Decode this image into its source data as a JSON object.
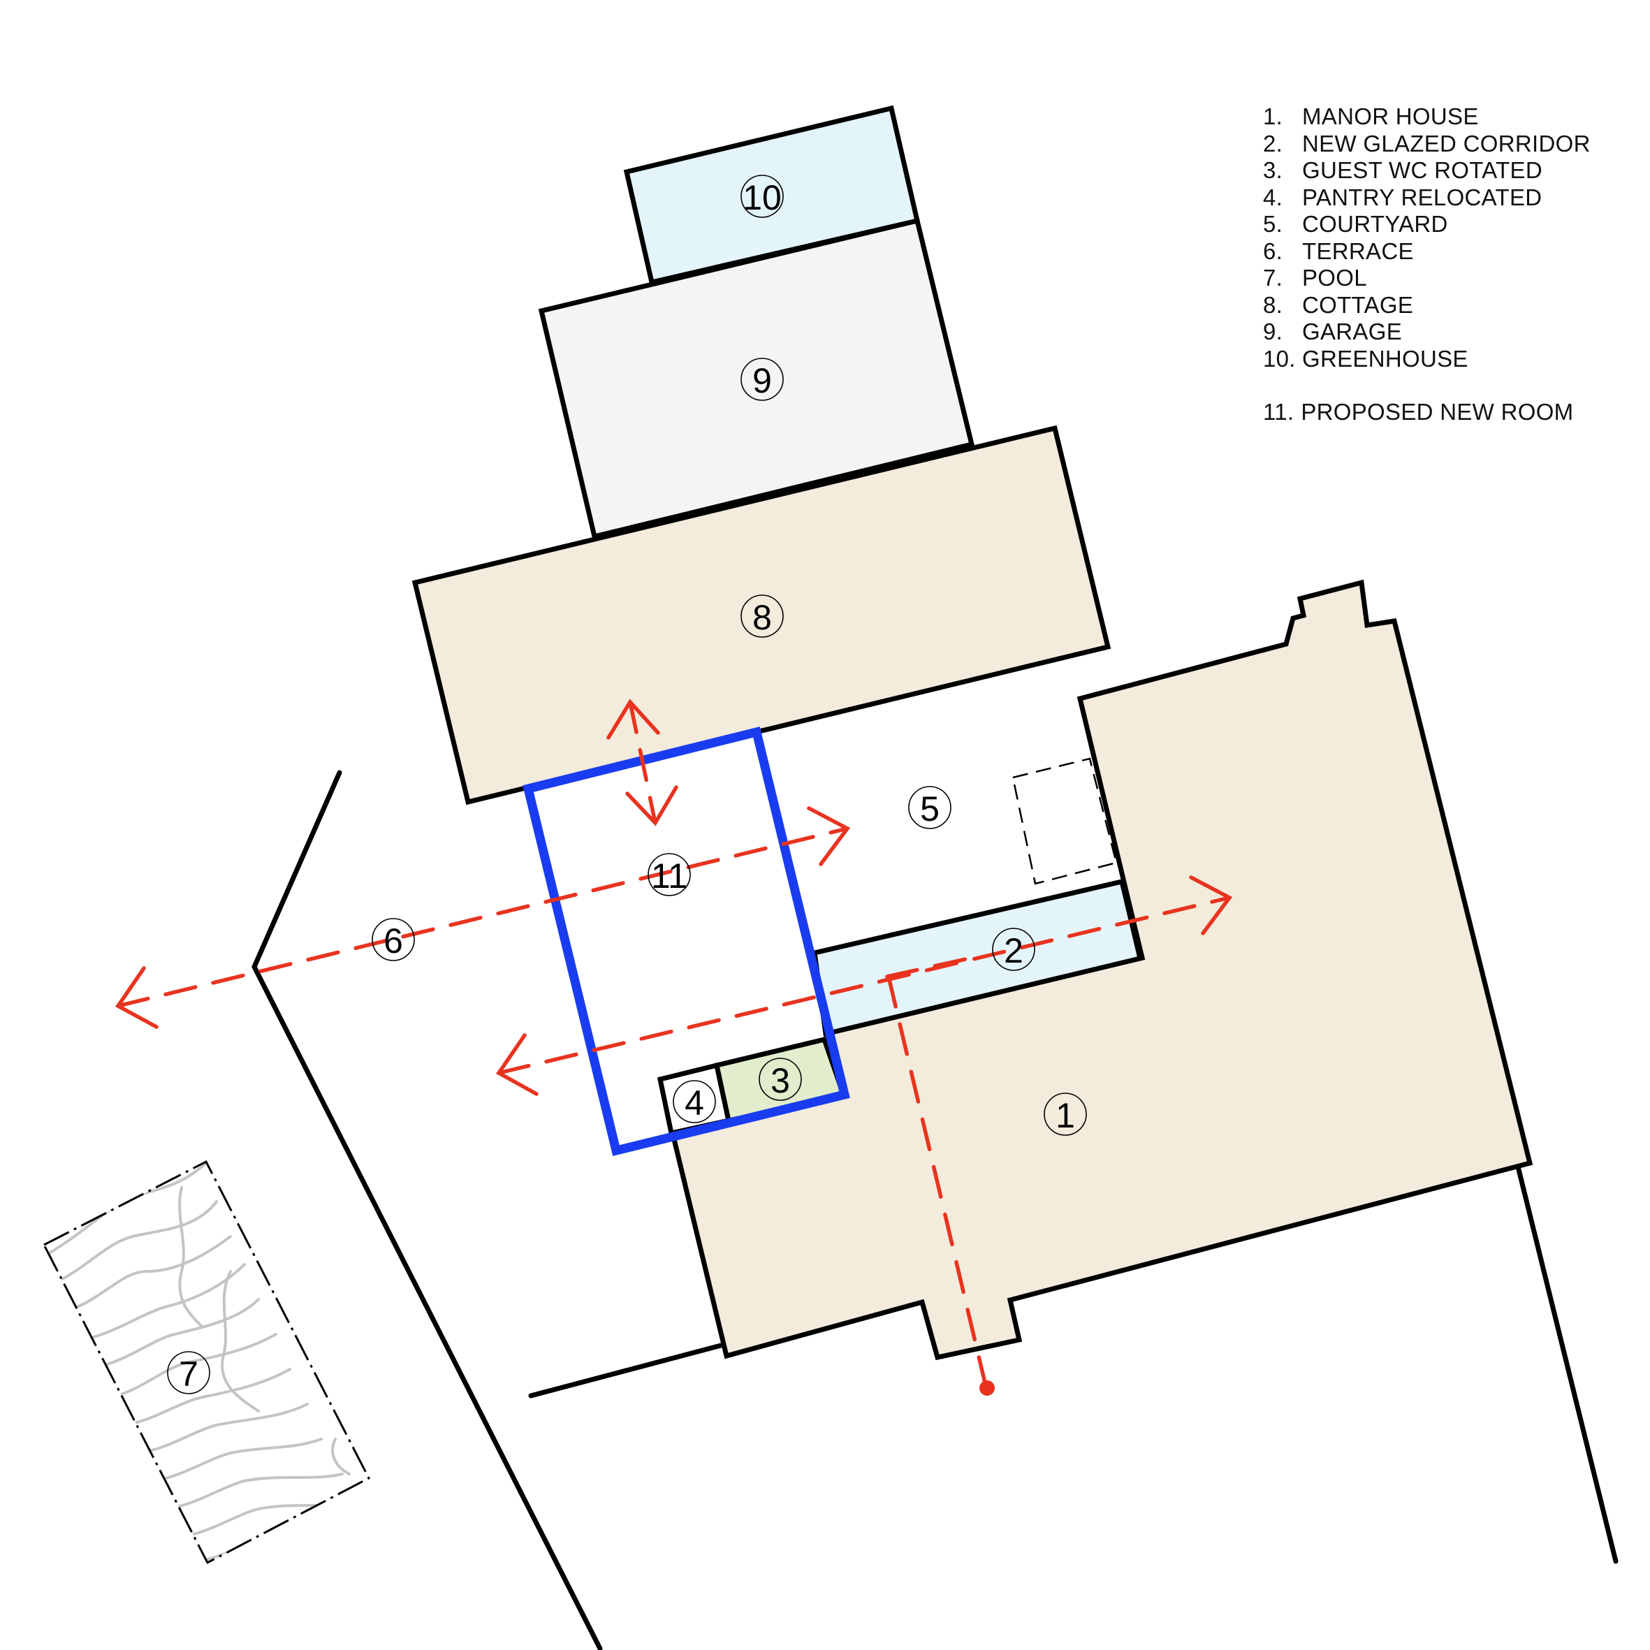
{
  "legend": {
    "items": [
      {
        "number": "1.",
        "label": "MANOR HOUSE"
      },
      {
        "number": "2.",
        "label": "NEW GLAZED CORRIDOR"
      },
      {
        "number": "3.",
        "label": "GUEST WC ROTATED"
      },
      {
        "number": "4.",
        "label": "PANTRY RELOCATED"
      },
      {
        "number": "5.",
        "label": "COURTYARD"
      },
      {
        "number": "6.",
        "label": "TERRACE"
      },
      {
        "number": "7.",
        "label": "POOL"
      },
      {
        "number": "8.",
        "label": "COTTAGE"
      },
      {
        "number": "9.",
        "label": "GARAGE"
      },
      {
        "number": "10.",
        "label": "GREENHOUSE"
      }
    ],
    "proposed": {
      "number": "11.",
      "label": "PROPOSED NEW ROOM"
    }
  },
  "plan_tags": {
    "manor_house": "1",
    "glazed_corridor": "2",
    "guest_wc": "3",
    "pantry": "4",
    "courtyard": "5",
    "terrace": "6",
    "pool": "7",
    "cottage": "8",
    "garage": "9",
    "greenhouse": "10",
    "proposed_room": "11"
  },
  "colors": {
    "manor_house": "#f3ebdc",
    "cottage": "#f3ebdc",
    "garage": "#f4f4f4",
    "greenhouse": "#e3f4fb",
    "glazed_corridor": "#e3f4fb",
    "guest_wc": "#e1edcc",
    "pantry": "#ffffff",
    "proposed_room_outline": "#1a3cf0",
    "circulation_arrows": "#e8331f",
    "walls": "#000000",
    "pool_contours": "#c4c4c4"
  },
  "icons": {
    "circulation": "dashed-double-arrow",
    "entrance": "dot-marker"
  }
}
